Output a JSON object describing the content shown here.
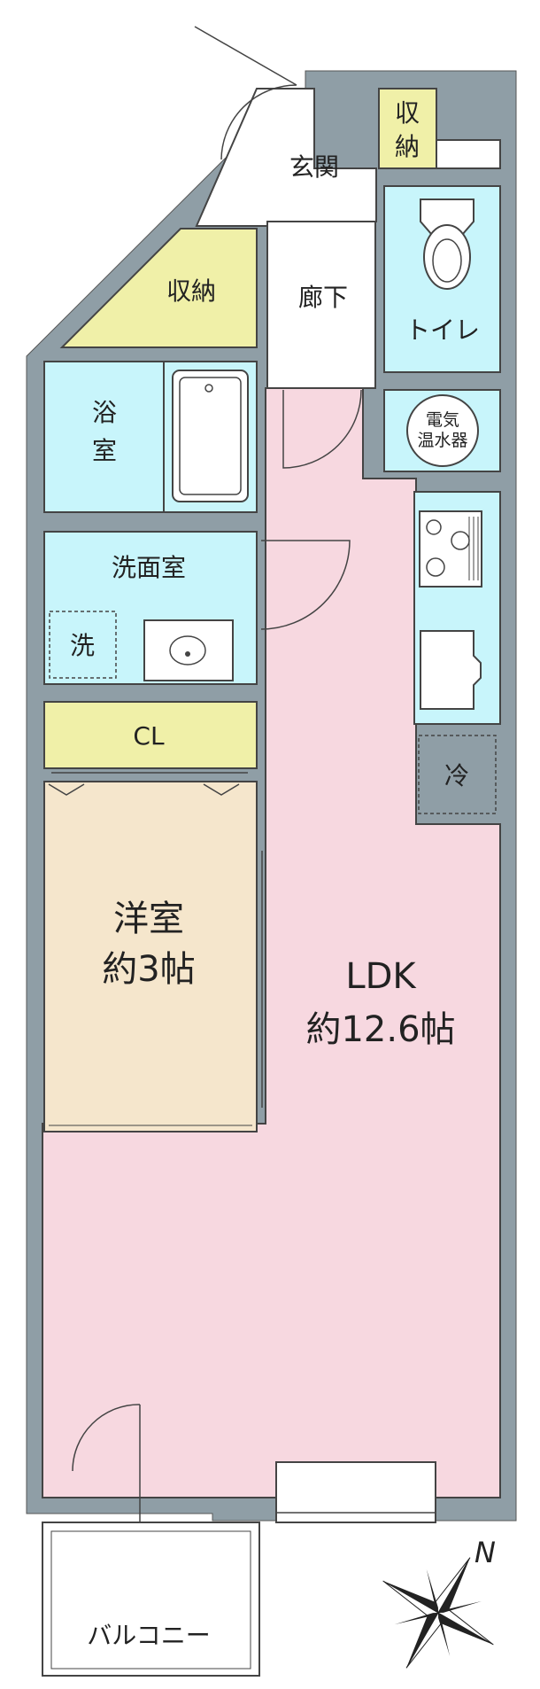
{
  "rooms": {
    "entrance": "玄関",
    "storage_top_line1": "収",
    "storage_top_line2": "納",
    "storage_upper": "収納",
    "hallway": "廊下",
    "toilet": "トイレ",
    "bath_line1": "浴",
    "bath_line2": "室",
    "water_heater_line1": "電気",
    "water_heater_line2": "温水器",
    "washroom": "洗面室",
    "washer": "洗",
    "closet": "CL",
    "fridge": "冷",
    "western_room_line1": "洋室",
    "western_room_line2": "約3帖",
    "ldk_line1": "LDK",
    "ldk_line2": "約12.6帖",
    "balcony": "バルコニー"
  },
  "compass": {
    "north_label": "N",
    "rotation_deg": 30
  },
  "colors": {
    "wall": "#8f9ea6",
    "ldk": "#f7d8e0",
    "wet_area": "#c8f5fb",
    "storage": "#f0f0a8",
    "western_room": "#f5e6cc",
    "outline": "#444444"
  }
}
